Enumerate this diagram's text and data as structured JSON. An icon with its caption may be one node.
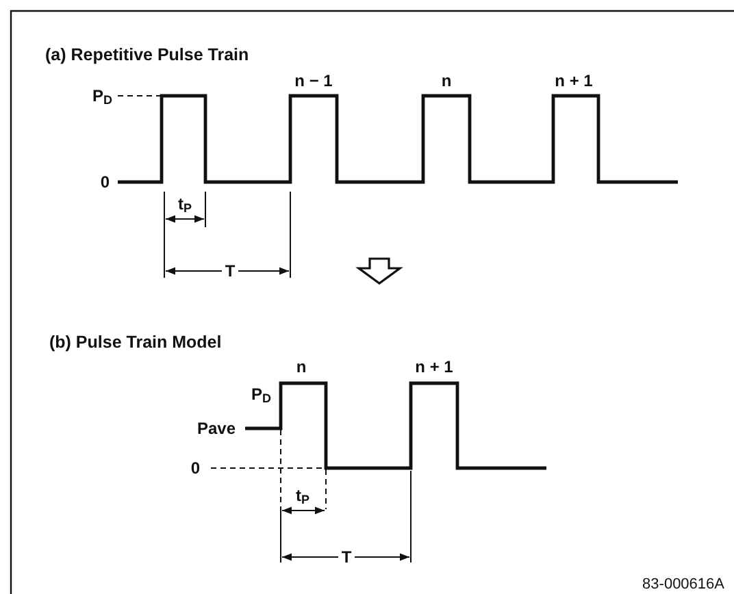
{
  "diagram": {
    "labels": [
      "(a) Repetitive Pulse Train",
      "n − 1",
      "n",
      "n + 1",
      "P$_{D}$",
      "0",
      "t$_{P}$",
      "T",
      "(b) Pulse Train Model",
      "n",
      "n + 1",
      "P$_{D}$",
      "Pave",
      "0",
      "t$_{P}$",
      "T",
      "83-000616A"
    ]
  }
}
